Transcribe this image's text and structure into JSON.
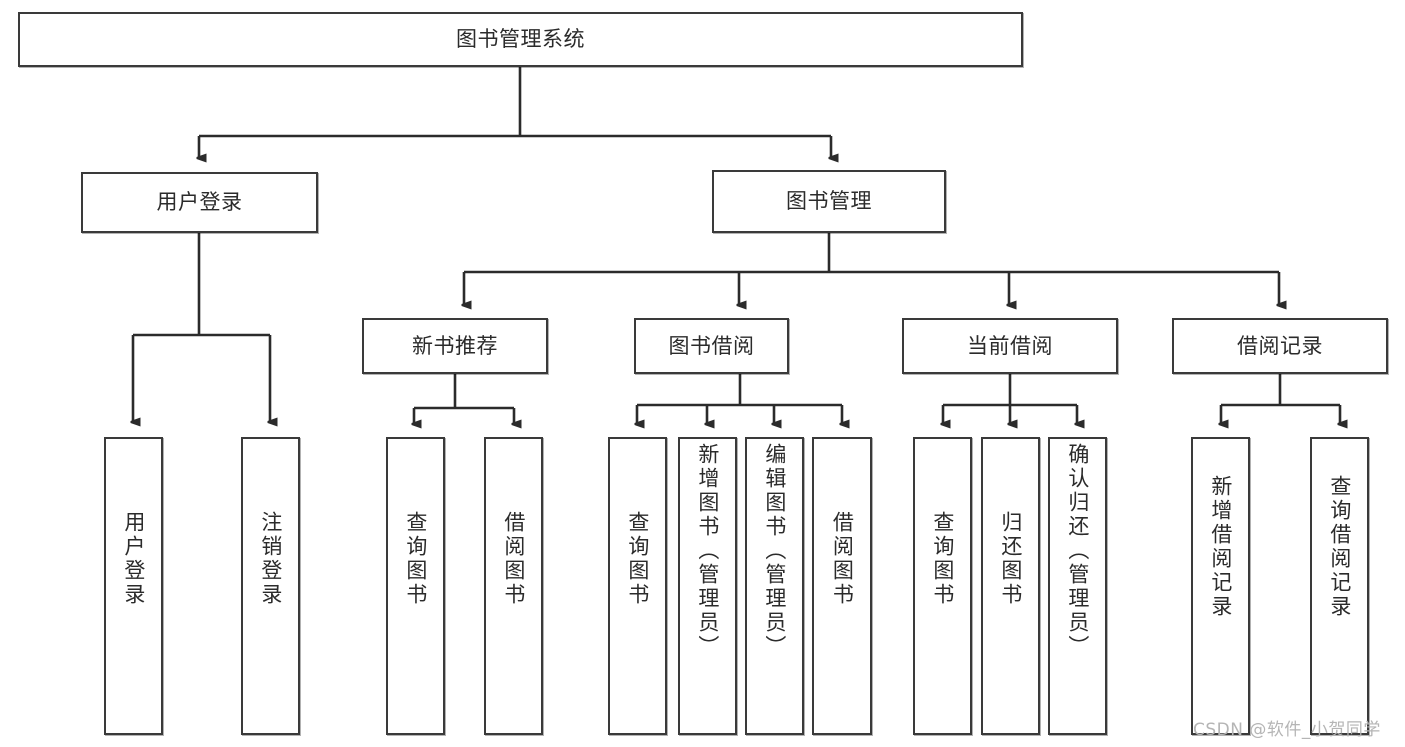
{
  "diagram": {
    "title": "图书管理系统",
    "type": "tree-hierarchy",
    "root": {
      "label": "图书管理系统"
    },
    "level2": [
      {
        "label": "用户登录"
      },
      {
        "label": "图书管理"
      }
    ],
    "level3": [
      {
        "label": "新书推荐"
      },
      {
        "label": "图书借阅"
      },
      {
        "label": "当前借阅"
      },
      {
        "label": "借阅记录"
      }
    ],
    "leaves": {
      "user_login": [
        {
          "label": "用户登录"
        },
        {
          "label": "注销登录"
        }
      ],
      "new_book_recommend": [
        {
          "label": "查询图书"
        },
        {
          "label": "借阅图书"
        }
      ],
      "book_borrow": [
        {
          "label": "查询图书"
        },
        {
          "label": "新增图书（管理员）"
        },
        {
          "label": "编辑图书（管理员）"
        },
        {
          "label": "借阅图书"
        }
      ],
      "current_borrow": [
        {
          "label": "查询图书"
        },
        {
          "label": "归还图书"
        },
        {
          "label": "确认归还（管理员）"
        }
      ],
      "borrow_record": [
        {
          "label": "新增借阅记录"
        },
        {
          "label": "查询借阅记录"
        }
      ]
    }
  },
  "watermark": {
    "text": "CSDN @软件_小贺同学"
  },
  "colors": {
    "stroke": "#3a3a3a",
    "fill": "#ffffff",
    "text": "#2b2b2b",
    "watermark": "#b5b5b5"
  }
}
